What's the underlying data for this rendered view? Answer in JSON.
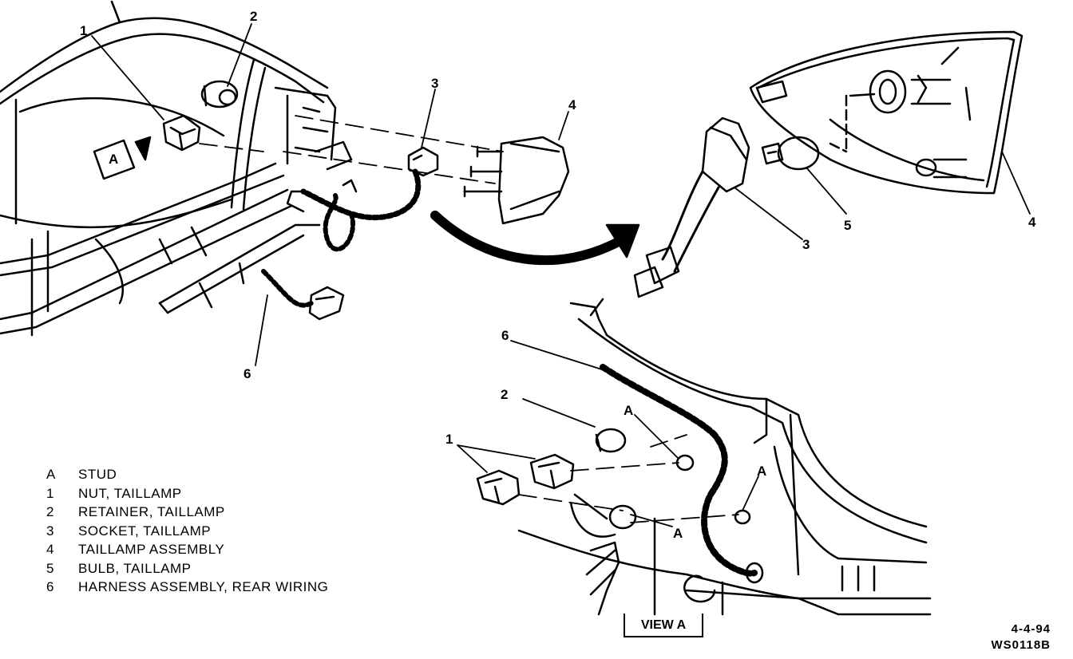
{
  "callouts": {
    "part_1": "1",
    "part_2": "2",
    "part_3": "3",
    "part_4": "4",
    "part_5": "5",
    "part_6": "6",
    "view_a": "A",
    "stud": "A"
  },
  "legend": [
    {
      "key": "A",
      "label": "STUD"
    },
    {
      "key": "1",
      "label": "NUT, TAILLAMP"
    },
    {
      "key": "2",
      "label": "RETAINER, TAILLAMP"
    },
    {
      "key": "3",
      "label": "SOCKET, TAILLAMP"
    },
    {
      "key": "4",
      "label": "TAILLAMP ASSEMBLY"
    },
    {
      "key": "5",
      "label": "BULB, TAILLAMP"
    },
    {
      "key": "6",
      "label": "HARNESS ASSEMBLY, REAR WIRING"
    }
  ],
  "view_label": "VIEW A",
  "date_code": "4-4-94",
  "figure_id": "WS0118B"
}
